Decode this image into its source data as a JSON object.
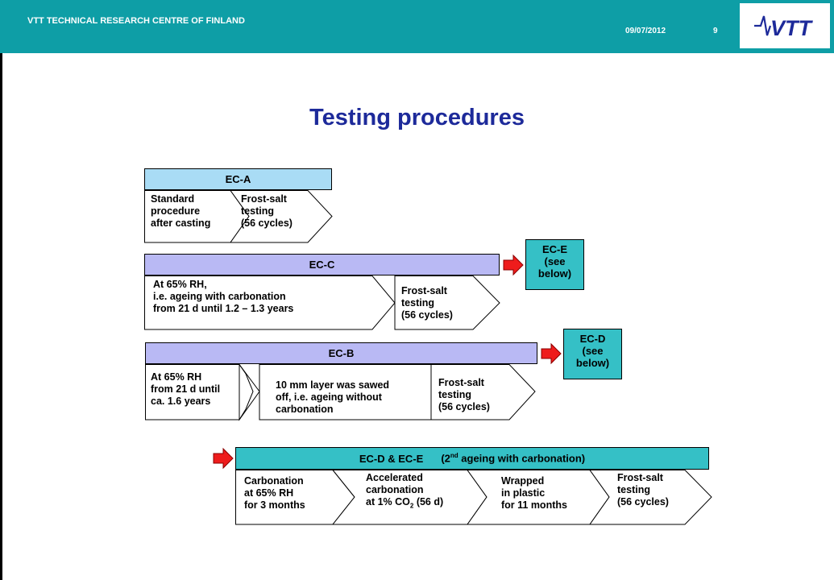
{
  "header": {
    "organization": "VTT TECHNICAL RESEARCH CENTRE OF FINLAND",
    "date": "09/07/2012",
    "page_number": "9",
    "logo_text": "VTT"
  },
  "title": "Testing procedures",
  "ec_a": {
    "label": "EC-A",
    "step1": [
      "Standard",
      "procedure",
      "after casting"
    ],
    "step2": [
      "Frost-salt",
      "testing",
      "(56 cycles)"
    ]
  },
  "ec_c": {
    "label": "EC-C",
    "step1": [
      "At 65% RH,",
      "i.e. ageing with carbonation",
      "from 21 d until 1.2 – 1.3 years"
    ],
    "step2": [
      "Frost-salt",
      "testing",
      "(56 cycles)"
    ],
    "next": [
      "EC-E",
      "(see",
      "below)"
    ]
  },
  "ec_b": {
    "label": "EC-B",
    "step1": [
      "At 65% RH",
      "from 21 d until",
      "ca. 1.6 years"
    ],
    "step2": [
      "10 mm layer was sawed",
      "off,  i.e. ageing without",
      "carbonation"
    ],
    "step3": [
      "Frost-salt",
      "testing",
      "(56 cycles)"
    ],
    "next": [
      "EC-D",
      "(see",
      "below)"
    ]
  },
  "ec_de": {
    "label": "EC-D & EC-E",
    "label_note_pre": "(2",
    "label_note_sup": "nd",
    "label_note_post": " ageing with carbonation)",
    "step1": [
      "Carbonation",
      "at 65% RH",
      "for 3 months"
    ],
    "step2_lines": [
      "Accelerated",
      "carbonation"
    ],
    "step2_last_pre": "at 1% CO",
    "step2_last_sub": "2",
    "step2_last_post": " (56 d)",
    "step3": [
      "Wrapped",
      "in plastic",
      "for 11 months"
    ],
    "step4": [
      "Frost-salt",
      "testing",
      "(56 cycles)"
    ]
  },
  "colors": {
    "header": "#0e9ea6",
    "title": "#1d2a9a",
    "ec_a_bar": "#a9dcf5",
    "ec_bc_bar": "#b9b9f4",
    "ec_de_bar": "#35c0c6",
    "arrow": "#ee1c1c"
  }
}
